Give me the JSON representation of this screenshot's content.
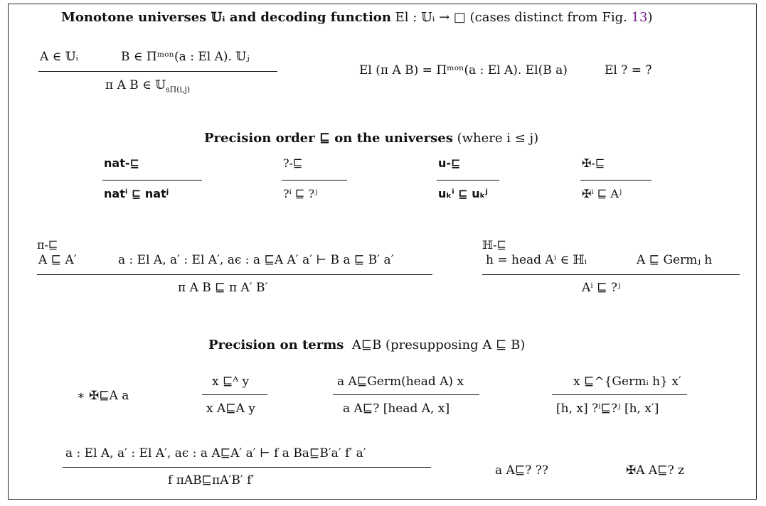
{
  "section1": {
    "title_bold": "Monotone universes 𝕌ᵢ and decoding function",
    "title_tail": "El : 𝕌ᵢ → □ (cases distinct from Fig. ",
    "ref": "13",
    "close": ")",
    "rule_pi_premise1": "A ∈ 𝕌ᵢ",
    "rule_pi_premise2": "B ∈ Πᵐᵒⁿ(a : El A). 𝕌ⱼ",
    "rule_pi_conclusion": "π A B ∈ 𝕌",
    "rule_pi_conclusion_sub": "sΠ(i,j)",
    "eq_el_pi": "El (π A B) = Πᵐᵒⁿ(a : El A). El(B a)",
    "eq_el_unknown": "El ? = ?̄"
  },
  "section2": {
    "title_bold": "Precision order ⊑ on the universes",
    "title_tail": "(where i ≤ j)",
    "r_nat_name": "nat-⊑",
    "r_nat_concl": "natⁱ ⊑ natʲ",
    "r_unk_name": "?-⊑",
    "r_unk_concl": "?ⁱ ⊑ ?ʲ",
    "r_u_name": "u-⊑",
    "r_u_concl": "uₖⁱ ⊑ uₖʲ",
    "r_err_name": "✠-⊑",
    "r_err_concl": "✠ⁱ ⊑ Aʲ",
    "r_pi_name": "π-⊑",
    "r_pi_premise1": "A ⊑ A′",
    "r_pi_premise2": "a : El A, a′ : El A′, aϵ : a ⊑A A′ a′ ⊢ B a ⊑ B′ a′",
    "r_pi_concl": "π A B ⊑ π A′ B′",
    "r_h_name": "ℍ-⊑",
    "r_h_premise1": "h = head Aⁱ ∈ ℍᵢ",
    "r_h_premise2": "A ⊑ Germⱼ h",
    "r_h_concl": "Aⁱ ⊑ ?ʲ"
  },
  "section3": {
    "title_bold": "Precision on terms",
    "title_sym": "A⊑B",
    "title_tail": "(presupposing A ⊑ B)",
    "t_err": "∗ ✠⊑A a",
    "t_base_premise": "x ⊑ᴬ y",
    "t_base_concl": "x A⊑A y",
    "t_germ_premise": "a A⊑Germ(head A) x",
    "t_germ_concl": "a A⊑? [head A, x]",
    "t_inj_premise": "x ⊑^{Germᵢ h} x′",
    "t_inj_concl": "[h, x] ?ⁱ⊑?ʲ [h, x′]",
    "t_fun_premise": "a : El A, a′ : El A′, aϵ : a A⊑A′ a′ ⊢ f a Ba⊑B′a′ f′ a′",
    "t_fun_concl": "f πAB⊑πA′B′ f′",
    "t_unk": "a A⊑? ??",
    "t_err2": "✠A A⊑? z"
  }
}
